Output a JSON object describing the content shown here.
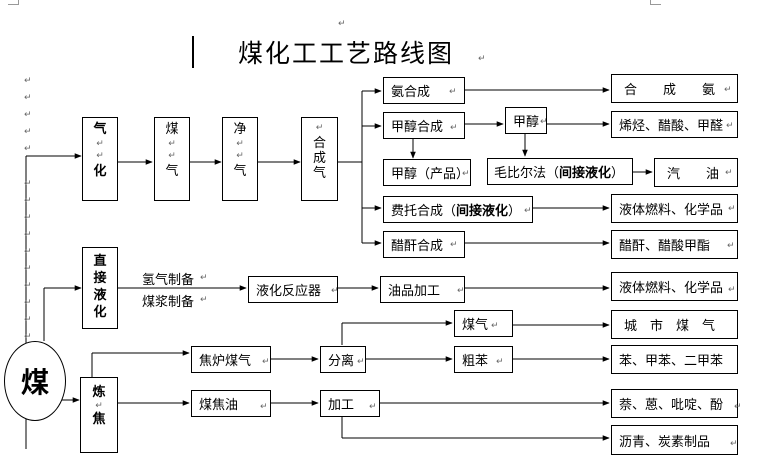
{
  "title": "煤化工工艺路线图",
  "source_node": "煤",
  "processes": {
    "gasification": [
      "气",
      "化"
    ],
    "coal_gas": [
      "煤",
      "气"
    ],
    "clean_gas": [
      "净",
      "气"
    ],
    "syngas": [
      "合",
      "成",
      "气"
    ],
    "direct_liquefaction": [
      "直",
      "接",
      "液",
      "化"
    ],
    "coking": [
      "炼",
      "焦"
    ]
  },
  "syngas_branches": {
    "ammonia_synthesis": "氨合成",
    "methanol_synthesis": "甲醇合成",
    "methanol": "甲醇",
    "methanol_product": "甲醇（产品）",
    "mobil_process_prefix": "毛比尔法（",
    "mobil_process_bold": "间接液化",
    "mobil_process_suffix": "）",
    "ft_synthesis_prefix": "费托合成（",
    "ft_synthesis_bold": "间接液化",
    "ft_synthesis_suffix": "）",
    "acetic_anhydride_synthesis": "醋酐合成"
  },
  "liquefaction": {
    "hydrogen_production": "氢气制备",
    "slurry_preparation": "煤浆制备",
    "reactor": "液化反应器",
    "oil_processing": "油品加工"
  },
  "coking_chain": {
    "coke_oven_gas": "焦炉煤气",
    "separation": "分离",
    "gas": "煤气",
    "crude_benzene": "粗苯",
    "coal_tar": "煤焦油",
    "processing": "加工"
  },
  "products": {
    "ammonia": "合　　成　　氨",
    "olefins": "烯烃、醋酸、甲醛",
    "gasoline": "汽　　油",
    "liquid_fuel_1": "液体燃料、化学品",
    "acetic_anhydride": "醋酐、醋酸甲酯",
    "liquid_fuel_2": "液体燃料、化学品",
    "city_gas": "城　市　煤　气",
    "benzene": "苯、甲苯、二甲苯",
    "naphthalene": "萘、蒽、吡啶、酚",
    "pitch": "沥青、炭素制品"
  },
  "mark_symbol": "↵"
}
